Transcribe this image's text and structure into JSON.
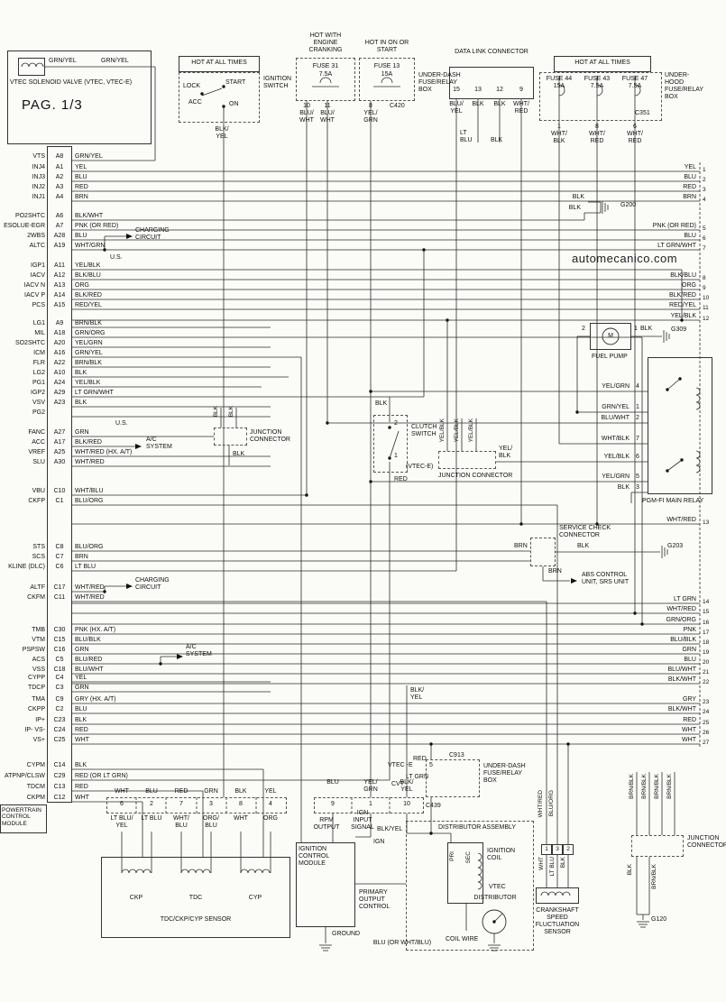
{
  "page": {
    "title": "PAG. 1/3",
    "watermark": "automecanico.com"
  },
  "pcm": {
    "label": "POWERTRAIN CONTROL MODULE",
    "rows": [
      {
        "name": "VTS",
        "pin": "A8",
        "wire": "GRN/YEL"
      },
      {
        "name": "INJ4",
        "pin": "A1",
        "wire": "YEL"
      },
      {
        "name": "INJ3",
        "pin": "A2",
        "wire": "BLU"
      },
      {
        "name": "INJ2",
        "pin": "A3",
        "wire": "RED"
      },
      {
        "name": "INJ1",
        "pin": "A4",
        "wire": "BRN"
      },
      {
        "name": "PO2SHTC",
        "pin": "A6",
        "wire": "BLK/WHT"
      },
      {
        "name": "ESOLUE-EGR",
        "pin": "A7",
        "wire": "PNK (OR RED)"
      },
      {
        "name": "2WBS",
        "pin": "A28",
        "wire": "BLU"
      },
      {
        "name": "ALTC",
        "pin": "A19",
        "wire": "WHT/GRN"
      },
      {
        "name": "IGP1",
        "pin": "A11",
        "wire": "YEL/BLK"
      },
      {
        "name": "IACV",
        "pin": "A12",
        "wire": "BLK/BLU"
      },
      {
        "name": "IACV N",
        "pin": "A13",
        "wire": "ORG"
      },
      {
        "name": "IACV P",
        "pin": "A14",
        "wire": "BLK/RED"
      },
      {
        "name": "PCS",
        "pin": "A15",
        "wire": "RED/YEL"
      },
      {
        "name": "LG1",
        "pin": "A9",
        "wire": "BRN/BLK"
      },
      {
        "name": "MIL",
        "pin": "A18",
        "wire": "GRN/ORG"
      },
      {
        "name": "SO2SHTC",
        "pin": "A20",
        "wire": "YEL/GRN"
      },
      {
        "name": "ICM",
        "pin": "A16",
        "wire": "GRN/YEL"
      },
      {
        "name": "FLR",
        "pin": "A22",
        "wire": "BRN/BLK"
      },
      {
        "name": "LG2",
        "pin": "A10",
        "wire": "BLK"
      },
      {
        "name": "PG1",
        "pin": "A24",
        "wire": "YEL/BLK"
      },
      {
        "name": "IGP2",
        "pin": "A29",
        "wire": "LT GRN/WHT"
      },
      {
        "name": "VSV",
        "pin": "A23",
        "wire": "BLK"
      },
      {
        "name": "PG2",
        "pin": "",
        "wire": ""
      },
      {
        "name": "FANC",
        "pin": "A27",
        "wire": "GRN"
      },
      {
        "name": "ACC",
        "pin": "A17",
        "wire": "BLK/RED"
      },
      {
        "name": "VREF",
        "pin": "A25",
        "wire": "WHT/RED (HX. A/T)"
      },
      {
        "name": "SLU",
        "pin": "A30",
        "wire": "WHT/RED"
      },
      {
        "name": "VBU",
        "pin": "C10",
        "wire": "WHT/BLU"
      },
      {
        "name": "CKFP",
        "pin": "C1",
        "wire": "BLU/ORG"
      },
      {
        "name": "STS",
        "pin": "C8",
        "wire": "BLU/ORG"
      },
      {
        "name": "SCS",
        "pin": "C7",
        "wire": "BRN"
      },
      {
        "name": "KLINE (DLC)",
        "pin": "C6",
        "wire": "LT BLU"
      },
      {
        "name": "ALTF",
        "pin": "C17",
        "wire": "WHT/RED"
      },
      {
        "name": "CKFM",
        "pin": "C11",
        "wire": "WHT/RED"
      },
      {
        "name": "TMB",
        "pin": "C30",
        "wire": "PNK (HX. A/T)"
      },
      {
        "name": "VTM",
        "pin": "C15",
        "wire": "BLU/BLK"
      },
      {
        "name": "PSPSW",
        "pin": "C16",
        "wire": "GRN"
      },
      {
        "name": "ACS",
        "pin": "C5",
        "wire": "BLU/RED"
      },
      {
        "name": "VSS",
        "pin": "C18",
        "wire": "BLU/WHT"
      },
      {
        "name": "CYPP",
        "pin": "C4",
        "wire": "YEL"
      },
      {
        "name": "TDCP",
        "pin": "C3",
        "wire": "GRN"
      },
      {
        "name": "TMA",
        "pin": "C9",
        "wire": "GRY (HX. A/T)"
      },
      {
        "name": "CKPP",
        "pin": "C2",
        "wire": "BLU"
      },
      {
        "name": "IP+",
        "pin": "C23",
        "wire": "BLK"
      },
      {
        "name": "IP- VS-",
        "pin": "C24",
        "wire": "RED"
      },
      {
        "name": "VS+",
        "pin": "C25",
        "wire": "WHT"
      },
      {
        "name": "CYPM",
        "pin": "C14",
        "wire": "BLK"
      },
      {
        "name": "ATPNP/CLSW",
        "pin": "C29",
        "wire": "RED (OR LT GRN)"
      },
      {
        "name": "TDCM",
        "pin": "C13",
        "wire": "RED"
      },
      {
        "name": "CKPM",
        "pin": "C12",
        "wire": "WHT"
      }
    ]
  },
  "right_wires": [
    {
      "wire": "YEL",
      "num": "1"
    },
    {
      "wire": "BLU",
      "num": "2"
    },
    {
      "wire": "RED",
      "num": "3"
    },
    {
      "wire": "BRN",
      "num": "4"
    },
    {
      "wire": "PNK (OR RED)",
      "num": "5"
    },
    {
      "wire": "BLU",
      "num": "6"
    },
    {
      "wire": "LT GRN/WHT",
      "num": "7"
    },
    {
      "wire": "BLK/BLU",
      "num": "8"
    },
    {
      "wire": "ORG",
      "num": "9"
    },
    {
      "wire": "BLK/RED",
      "num": "10"
    },
    {
      "wire": "RED/YEL",
      "num": "11"
    },
    {
      "wire": "YEL/BLK",
      "num": "12"
    },
    {
      "wire": "WHT/RED",
      "num": "13"
    },
    {
      "wire": "LT GRN",
      "num": "14"
    },
    {
      "wire": "WHT/RED",
      "num": "15"
    },
    {
      "wire": "GRN/ORG",
      "num": "16"
    },
    {
      "wire": "PNK",
      "num": "17"
    },
    {
      "wire": "BLU/BLK",
      "num": "18"
    },
    {
      "wire": "GRN",
      "num": "19"
    },
    {
      "wire": "BLU",
      "num": "20"
    },
    {
      "wire": "BLU/WHT",
      "num": "21"
    },
    {
      "wire": "BLK/WHT",
      "num": "22"
    },
    {
      "wire": "GRY",
      "num": "23"
    },
    {
      "wire": "BLK/WHT",
      "num": "24"
    },
    {
      "wire": "RED",
      "num": "25"
    },
    {
      "wire": "WHT",
      "num": "26"
    },
    {
      "wire": "WHT",
      "num": "27"
    }
  ],
  "top": {
    "vtec": {
      "title": "VTEC SOLENOID VALVE  (VTEC, VTEC-E)",
      "wire1": "GRN/YEL",
      "wire2": "GRN/YEL"
    },
    "ign": {
      "header": "HOT AT ALL TIMES",
      "label": "IGNITION SWITCH",
      "lock": "LOCK",
      "acc": "ACC",
      "start": "START",
      "on": "ON",
      "wire": "BLK/YEL"
    },
    "fuse31": {
      "header": "HOT WITH ENGINE CRANKING",
      "name": "FUSE 31",
      "amps": "7.5A",
      "pins": [
        {
          "num": "10",
          "wire": "BLU/WHT"
        },
        {
          "num": "11",
          "wire": "BLU/WHT"
        }
      ]
    },
    "fuse13": {
      "header": "HOT IN ON OR START",
      "name": "FUSE 13",
      "amps": "15A",
      "connector": "C420",
      "box": "UNDER-DASH FUSE/RELAY BOX",
      "pins": [
        {
          "num": "8",
          "wire": "YEL/GRN"
        }
      ]
    },
    "dlc": {
      "title": "DATA LINK CONNECTOR",
      "pins": [
        {
          "num": "15",
          "wire": "BLU/YEL"
        },
        {
          "num": "13",
          "wire": "BLK"
        },
        {
          "num": "12",
          "wire": "BLK"
        },
        {
          "num": "9",
          "wire": "WHT/RED"
        }
      ],
      "below1": "LT BLU",
      "below2": "BLK"
    },
    "underhood": {
      "header": "HOT AT ALL TIMES",
      "box": "UNDER-HOOD FUSE/RELAY BOX",
      "connector": "C351",
      "fuses": [
        {
          "name": "FUSE 44",
          "amps": "15A",
          "pin": "1",
          "wire": "WHT/BLK"
        },
        {
          "name": "FUSE 43",
          "amps": "7.5A",
          "pin": "8",
          "wire": "WHT/RED"
        },
        {
          "name": "FUSE 47",
          "amps": "7.5A",
          "pin": "6",
          "wire": "WHT/RED"
        }
      ]
    }
  },
  "middle": {
    "g200": {
      "w1": "BLK",
      "w2": "BLK",
      "label": "G200"
    },
    "fuel_pump": {
      "label": "FUEL PUMP",
      "pin_l": "2",
      "pin_r": "1",
      "motor": "M",
      "wire": "BLK",
      "ground": "G309"
    },
    "main_relay": {
      "label": "PGM-FI MAIN RELAY",
      "pins": [
        {
          "wire": "YEL/GRN",
          "num": "4"
        },
        {
          "wire": "GRN/YEL",
          "num": "1"
        },
        {
          "wire": "BLU/WHT",
          "num": "2"
        },
        {
          "wire": "WHT/BLK",
          "num": "7"
        },
        {
          "wire": "YEL/BLK",
          "num": "6"
        },
        {
          "wire": "YEL/GRN",
          "num": "5"
        },
        {
          "wire": "BLK",
          "num": "3"
        }
      ]
    },
    "jc1": {
      "label": "JUNCTION CONNECTOR",
      "wires": [
        "BLK",
        "BLK"
      ],
      "wire_bottom": "BLK"
    },
    "jc2": {
      "label": "JUNCTION CONNECTOR",
      "wires": [
        "YEL/BLK",
        "YEL/BLK",
        "YEL/BLK"
      ],
      "wire_right": "YEL/BLK"
    },
    "clutch": {
      "label": "CLUTCH SWITCH",
      "sub": "(VTEC-E)",
      "wire_top": "BLK",
      "pin_top": "2",
      "pin_bottom": "1",
      "wire_bottom": "RED"
    },
    "service": {
      "label": "SERVICE CHECK CONNECTOR",
      "wire_left": "BRN",
      "wire_mid": "BLK",
      "ground": "G203",
      "wire_down": "BRN",
      "note": "ABS CONTROL UNIT, SRS UNIT"
    },
    "blk_yel": "BLK/YEL",
    "notes": {
      "charging1": "CHARGING CIRCUIT",
      "us1": "U.S.",
      "us2": "U.S.",
      "ac1": "A/C SYSTEM",
      "charging2": "CHARGING CIRCUIT",
      "ac2": "A/C SYSTEM"
    }
  },
  "bottom": {
    "underdash": {
      "connector_top": "C913",
      "pin": "5",
      "vtec_label": "VTEC -E",
      "vtec_wire": "RED",
      "cvt_label": "CVT",
      "cvt_wire": "LT GRN",
      "box": "UNDER-DASH FUSE/RELAY BOX",
      "connector_bottom": "C439"
    },
    "strip1": {
      "cells": [
        {
          "wire": "WHT",
          "num": "6",
          "below": "LT BLU/YEL"
        },
        {
          "wire": "BLU",
          "num": "2",
          "below": "LT BLU"
        },
        {
          "wire": "RED",
          "num": "7",
          "below": "WHT/BLU"
        },
        {
          "wire": "GRN",
          "num": "3",
          "below": "ORG/BLU"
        },
        {
          "wire": "BLK",
          "num": "8",
          "below": "WHT"
        },
        {
          "wire": "YEL",
          "num": "4",
          "below": "ORG"
        }
      ]
    },
    "strip2": {
      "cells": [
        {
          "wire": "BLU",
          "num": "9"
        },
        {
          "wire": "YEL/GRN",
          "num": "1"
        },
        {
          "wire": "BLK/YEL",
          "num": "10"
        }
      ]
    },
    "sensor": {
      "label": "TDC/CKP/CYP SENSOR",
      "coils": [
        "CKP",
        "TDC",
        "CYP"
      ]
    },
    "icm": {
      "label": "IGNITION CONTROL MODULE",
      "rpm": "RPM OUTPUT",
      "ign_in": "IGN INPUT SIGNAL",
      "ign2": "IGN",
      "primary": "PRIMARY OUTPUT CONTROL",
      "ground": "GROUND"
    },
    "distributor": {
      "label": "DISTRIBUTOR ASSEMBLY",
      "coil": "IGNITION COIL",
      "pri": "PRI",
      "sec": "SEC",
      "vtec": "VTEC",
      "dist": "DISTRIBUTOR",
      "coil_wire": "COIL WIRE",
      "wire": "BLU (OR WHT/BLU)",
      "blk_yel": "BLK/YEL"
    },
    "cksf": {
      "label": "CRANKSHAFT SPEED FLUCTUATION SENSOR",
      "wires_top": [
        "WHT/RED",
        "BLU/ORG"
      ],
      "pins": [
        "1",
        "3",
        "2"
      ],
      "wires_bottom": [
        "WHT",
        "LT BLU",
        "BLK"
      ]
    },
    "jc3": {
      "label": "JUNCTION CONNECTOR",
      "wires": [
        "BRN/BLK",
        "BRN/BLK",
        "BRN/BLK",
        "BRN/BLK"
      ],
      "wire_left": "BLK",
      "wire_down": "BRN/BLK",
      "ground": "G120"
    }
  }
}
